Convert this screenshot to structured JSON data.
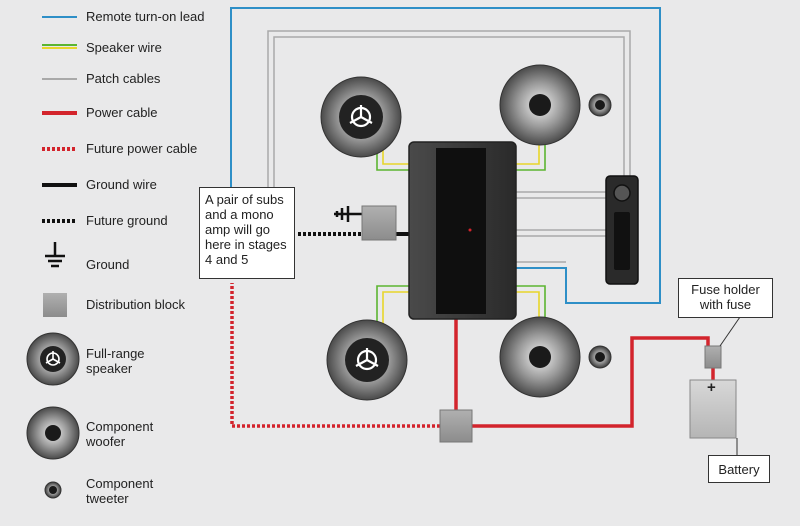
{
  "legend": {
    "items": [
      {
        "label": "Remote turn-on lead",
        "icon": "remote-lead-line-icon",
        "color": "#2e8fc7"
      },
      {
        "label": "Speaker wire",
        "icon": "speaker-wire-line-icon",
        "color": "#5cb531"
      },
      {
        "label": "Patch cables",
        "icon": "patch-cable-line-icon",
        "color": "#a9a9a9"
      },
      {
        "label": "Power cable",
        "icon": "power-cable-line-icon",
        "color": "#d3242c"
      },
      {
        "label": "Future power cable",
        "icon": "future-power-line-icon",
        "color": "#d3242c"
      },
      {
        "label": "Ground wire",
        "icon": "ground-wire-line-icon",
        "color": "#111111"
      },
      {
        "label": "Future ground",
        "icon": "future-ground-line-icon",
        "color": "#111111"
      },
      {
        "label": "Ground",
        "icon": "ground-symbol-icon",
        "color": "#111111"
      },
      {
        "label": "Distribution block",
        "icon": "distribution-block-icon",
        "color": "#9a9a9a"
      },
      {
        "label": "Full-range\nspeaker",
        "icon": "full-range-speaker-icon",
        "color": "#222222"
      },
      {
        "label": "Component\nwoofer",
        "icon": "component-woofer-icon",
        "color": "#222222"
      },
      {
        "label": "Component\ntweeter",
        "icon": "component-tweeter-icon",
        "color": "#222222"
      }
    ]
  },
  "diagram": {
    "note": "A pair of subs and a mono amp will go here in stages 4 and 5",
    "fuse_label": "Fuse holder\nwith fuse",
    "battery_label": "Battery",
    "battery_symbol": "+"
  },
  "colors": {
    "background": "#e9e9ea",
    "remote": "#2e8fc7",
    "speaker_green": "#5cb531",
    "speaker_yellow": "#e8d62a",
    "patch": "#a9a9a9",
    "power": "#d3242c",
    "amp": "#3a3a3a",
    "block": "#9a9a9a"
  }
}
